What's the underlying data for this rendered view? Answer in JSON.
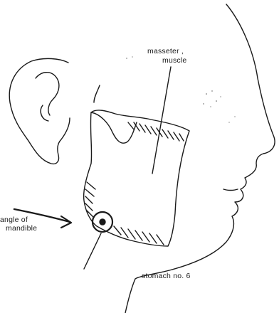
{
  "labels": {
    "masseter_line1": "masseter ,",
    "masseter_line2": "muscle",
    "angle_line1": "angle of",
    "angle_line2": "mandible",
    "stomach_point": "stomach no. 6"
  },
  "colors": {
    "ink": "#1a1a1a",
    "paper": "#ffffff"
  }
}
